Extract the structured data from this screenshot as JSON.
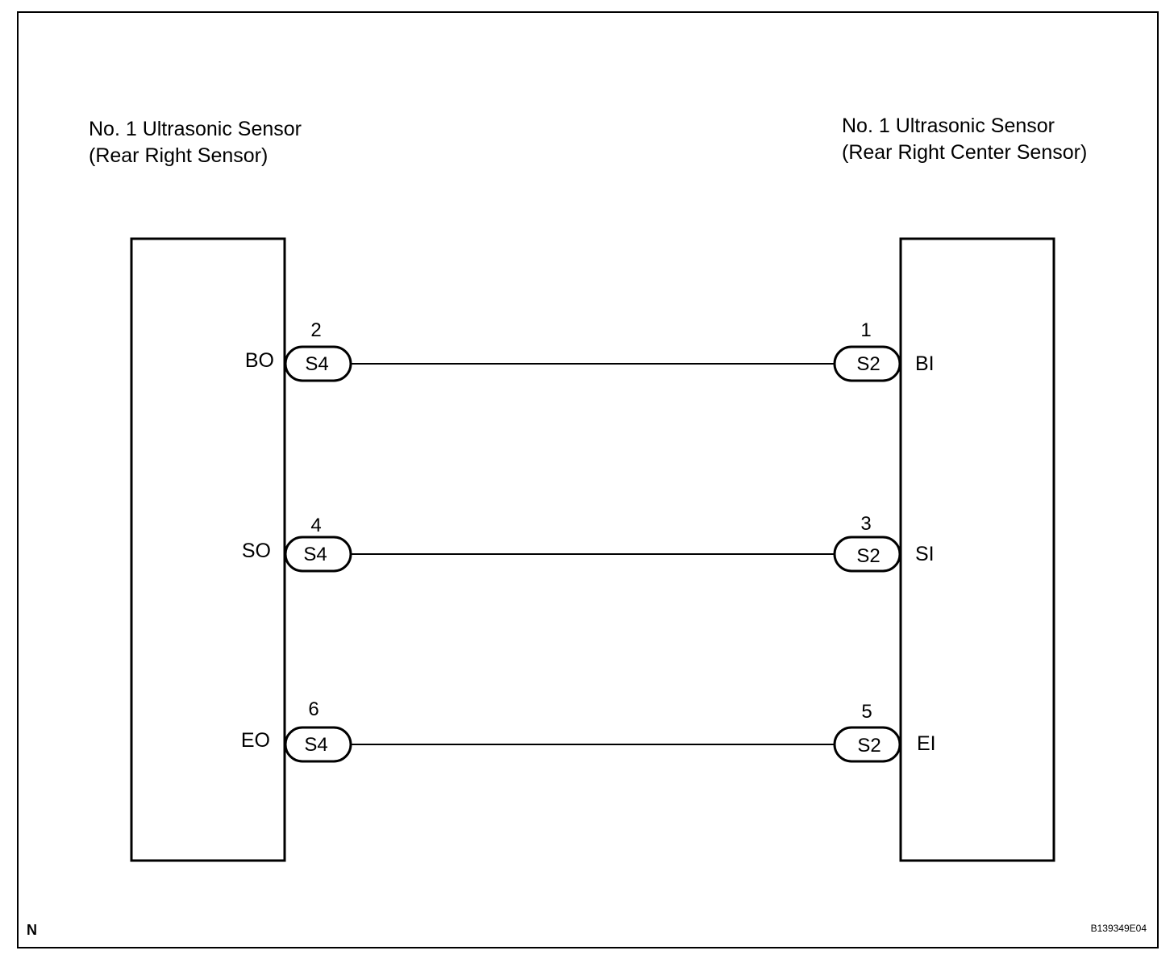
{
  "left_component": {
    "title_line1": "No. 1 Ultrasonic Sensor",
    "title_line2": "(Rear Right Sensor)"
  },
  "right_component": {
    "title_line1": "No. 1 Ultrasonic Sensor",
    "title_line2": "(Rear Right Center Sensor)"
  },
  "wires": [
    {
      "left_signal": "BO",
      "left_pin": "2",
      "left_connector": "S4",
      "right_pin": "1",
      "right_connector": "S2",
      "right_signal": "BI"
    },
    {
      "left_signal": "SO",
      "left_pin": "4",
      "left_connector": "S4",
      "right_pin": "3",
      "right_connector": "S2",
      "right_signal": "SI"
    },
    {
      "left_signal": "EO",
      "left_pin": "6",
      "left_connector": "S4",
      "right_pin": "5",
      "right_connector": "S2",
      "right_signal": "EI"
    }
  ],
  "corner_label": "N",
  "figure_code": "B139349E04"
}
